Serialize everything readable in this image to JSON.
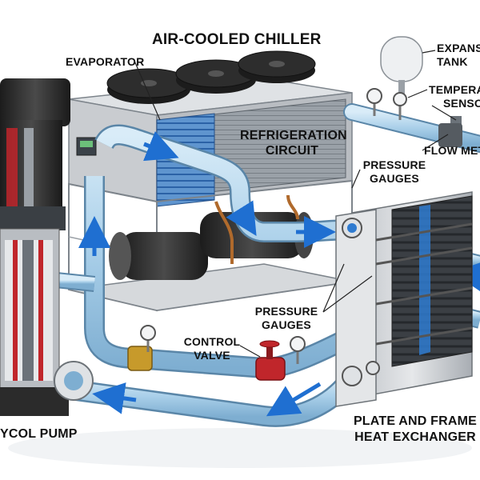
{
  "diagram": {
    "title": "AIR-COOLED CHILLER",
    "labels": {
      "evaporator": "EVAPORATOR",
      "expansion_tank_line1": "EXPANSI",
      "expansion_tank_line2": "TANK",
      "temperature_sensor_line1": "TEMPERAT",
      "temperature_sensor_line2": "SENSO",
      "refrigeration_circuit_line1": "REFRIGERATION",
      "refrigeration_circuit_line2": "CIRCUIT",
      "flow_meter": "FLOW MET",
      "pressure_gauges_top_line1": "PRESSURE",
      "pressure_gauges_top_line2": "GAUGES",
      "pressure_gauges_bottom_line1": "PRESSURE",
      "pressure_gauges_bottom_line2": "GAUGES",
      "control_valve_line1": "CONTROL",
      "control_valve_line2": "VALVE",
      "glycol_pump": "YCOL PUMP",
      "heat_exchanger_line1": "PLATE AND FRAME",
      "heat_exchanger_line2": "HEAT EXCHANGER"
    },
    "colors": {
      "pipe": "#a9cfe9",
      "pipe_edge": "#5a86a8",
      "flow_arrow": "#1f6fd1",
      "chiller_body": "#c9ccd0",
      "coil": "#2f6fb5",
      "pump_body": "#2b2b2b",
      "pump_cutaway": "#c0262b",
      "frame": "#d7dadd",
      "valve": "#c0262b",
      "brass": "#c79a2b"
    }
  }
}
